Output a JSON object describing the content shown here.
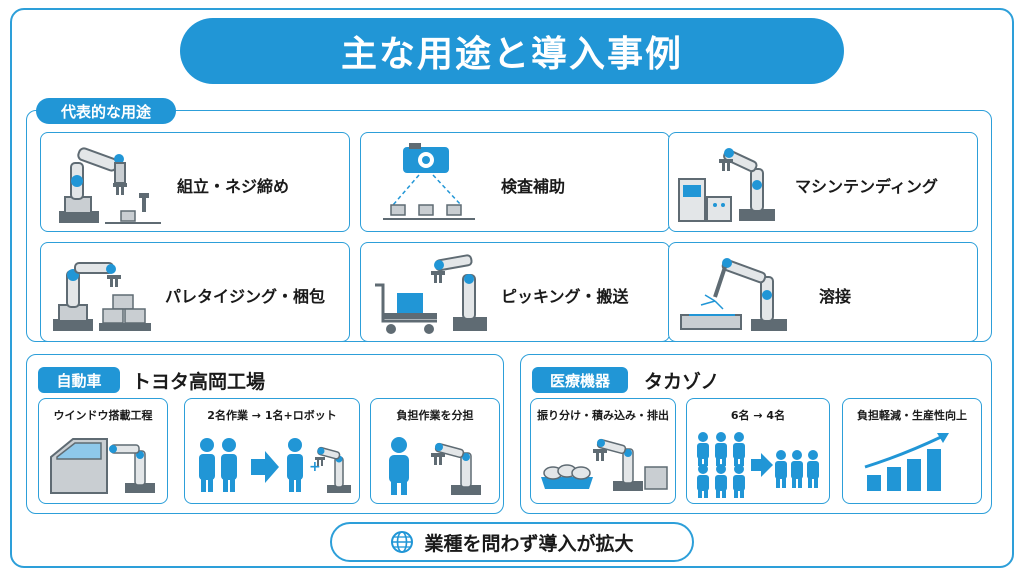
{
  "title": "主な用途と導入事例",
  "uses": {
    "tag": "代表的な用途",
    "items": [
      {
        "label": "組立・ネジ締め",
        "icon": "robot-arm-screw-icon"
      },
      {
        "label": "検査補助",
        "icon": "camera-inspection-icon"
      },
      {
        "label": "マシンテンディング",
        "icon": "machine-tending-icon"
      },
      {
        "label": "パレタイジング・梱包",
        "icon": "palletizing-icon"
      },
      {
        "label": "ピッキング・搬送",
        "icon": "picking-cart-icon"
      },
      {
        "label": "溶接",
        "icon": "welding-robot-icon"
      }
    ]
  },
  "case_car": {
    "tag": "自動車",
    "company": "トヨタ高岡工場",
    "cards": [
      {
        "label": "ウインドウ搭載工程"
      },
      {
        "label": "2名作業 → 1名+ロボット"
      },
      {
        "label": "負担作業を分担"
      }
    ]
  },
  "case_med": {
    "tag": "医療機器",
    "company": "タカゾノ",
    "cards": [
      {
        "label": "振り分け・積み込み・排出"
      },
      {
        "label": "6名 → 4名"
      },
      {
        "label": "負担軽減・生産性向上"
      }
    ]
  },
  "footer": {
    "label": "業種を問わず導入が拡大",
    "icon": "globe-icon"
  },
  "colors": {
    "accent": "#2196d6",
    "gray": "#5f6b73",
    "light_gray": "#c9ced2"
  }
}
